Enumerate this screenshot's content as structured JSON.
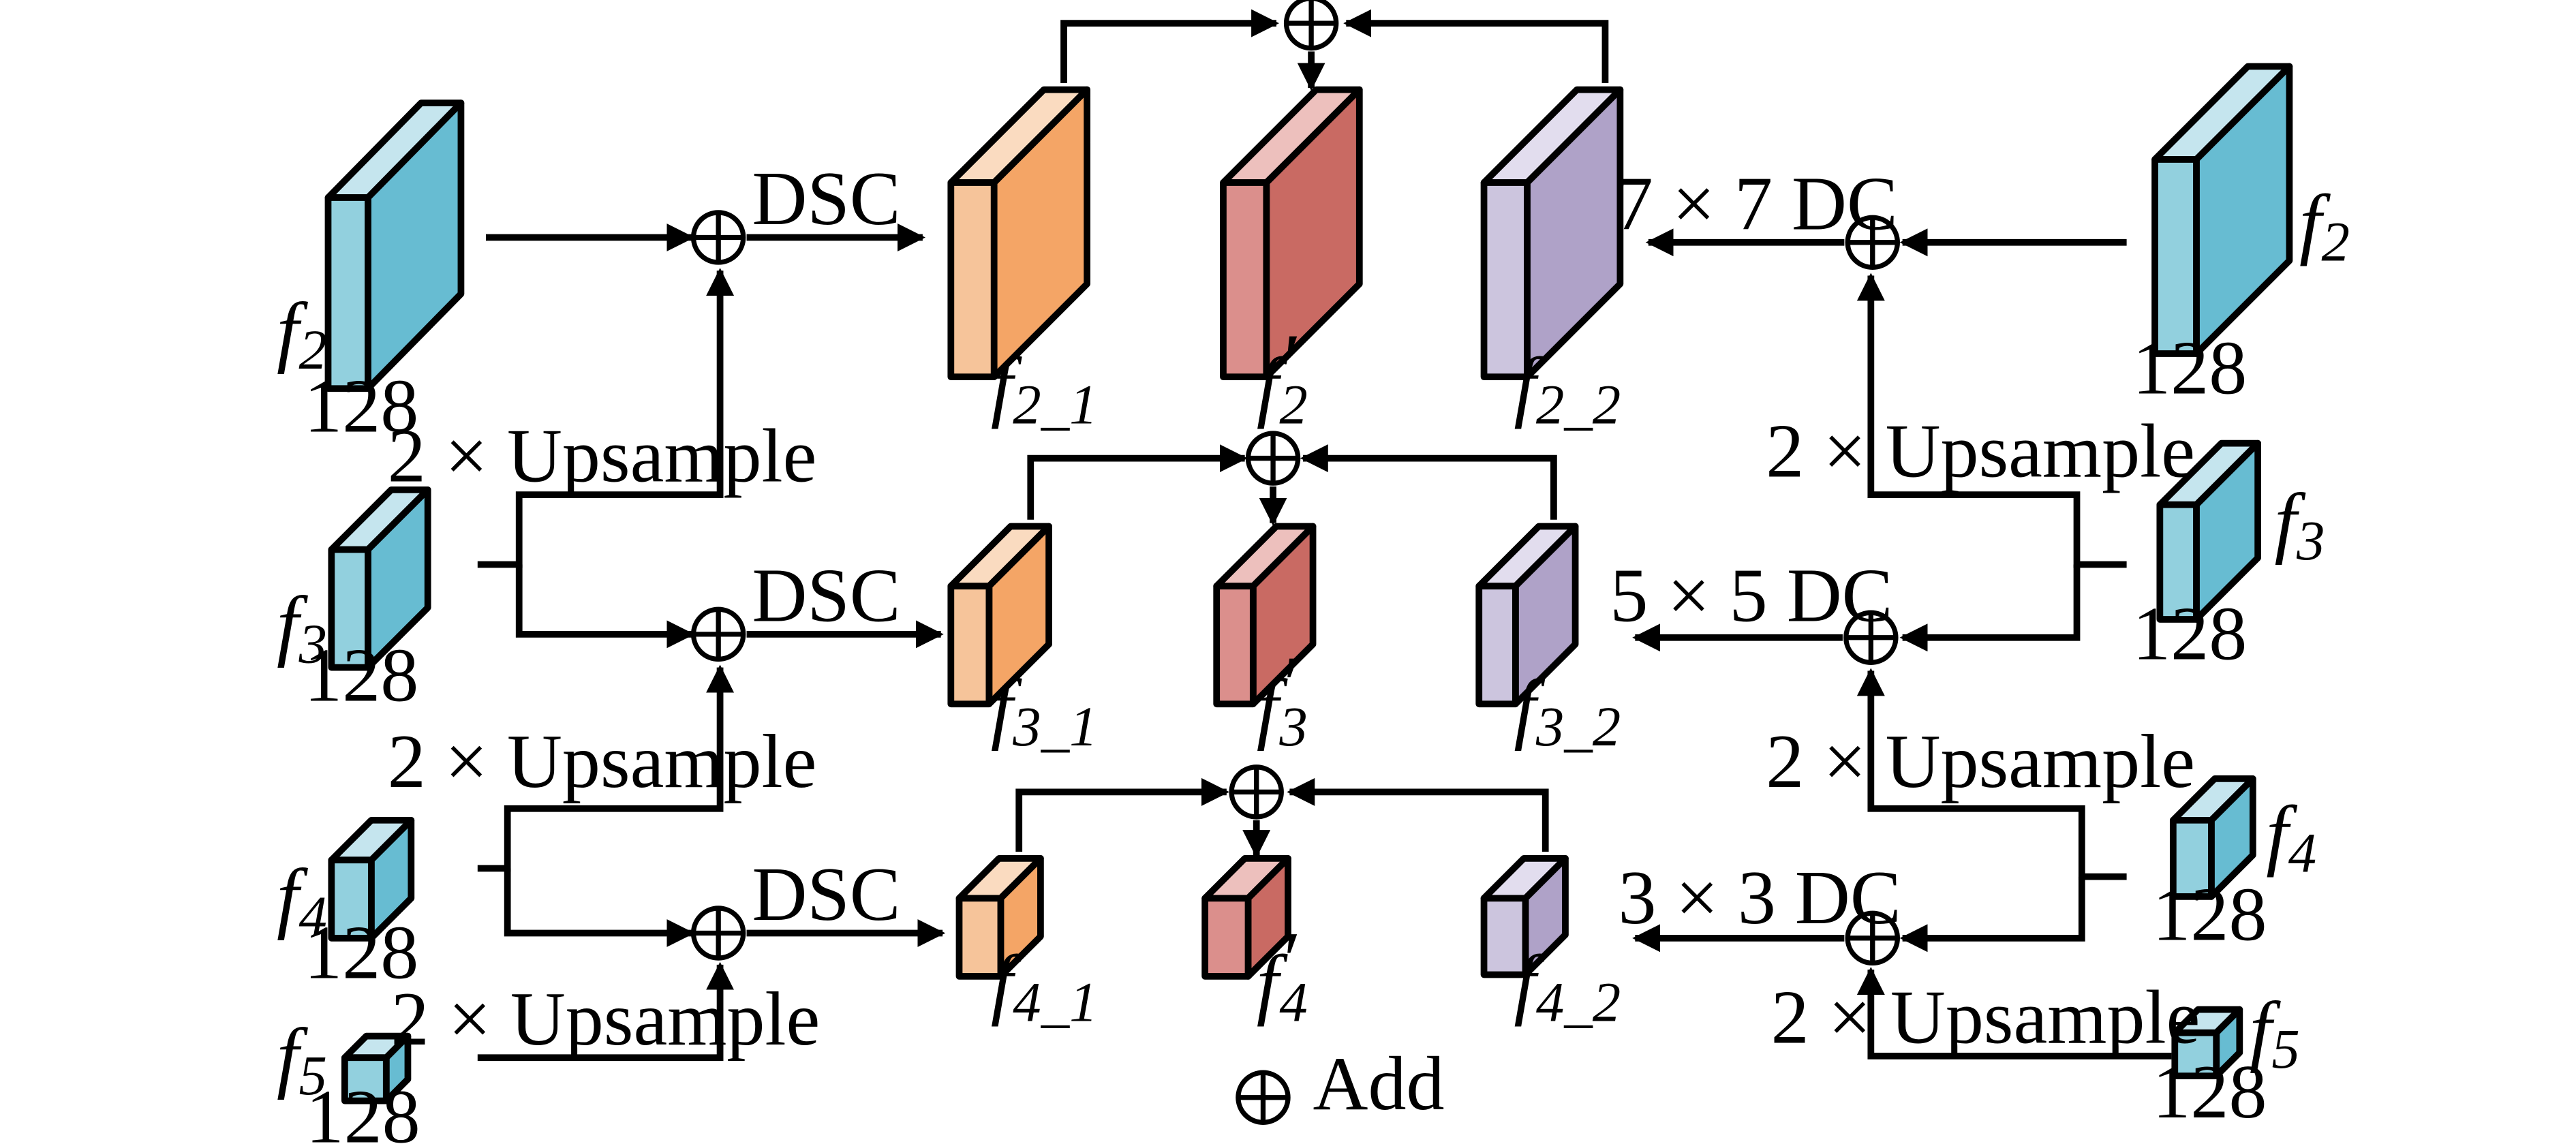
{
  "colors": {
    "blue_front": "#92D0DE",
    "blue_side": "#67BCD2",
    "blue_top": "#C5E5EE",
    "orange_front": "#F6C49A",
    "orange_side": "#F4A566",
    "orange_top": "#FADBC0",
    "red_front": "#DB8F8C",
    "red_side": "#C96A63",
    "red_top": "#EDC0BD",
    "purple_front": "#CCC5DE",
    "purple_side": "#AFA2C8",
    "purple_top": "#E2DDEE"
  },
  "inputs": {
    "left": [
      {
        "var": "f",
        "sub": "2",
        "channels": "128"
      },
      {
        "var": "f",
        "sub": "3",
        "channels": "128"
      },
      {
        "var": "f",
        "sub": "4",
        "channels": "128"
      },
      {
        "var": "f",
        "sub": "5",
        "channels": "128"
      }
    ],
    "right": [
      {
        "var": "f",
        "sub": "2",
        "channels": "128"
      },
      {
        "var": "f",
        "sub": "3",
        "channels": "128"
      },
      {
        "var": "f",
        "sub": "4",
        "channels": "128"
      },
      {
        "var": "f",
        "sub": "5",
        "channels": "128"
      }
    ]
  },
  "outputs": [
    {
      "left": {
        "var": "f",
        "sub": "2_1"
      },
      "fused": {
        "var": "f",
        "sub": "2"
      },
      "right": {
        "var": "f",
        "sub": "2_2"
      }
    },
    {
      "left": {
        "var": "f",
        "sub": "3_1"
      },
      "fused": {
        "var": "f",
        "sub": "3"
      },
      "right": {
        "var": "f",
        "sub": "3_2"
      }
    },
    {
      "left": {
        "var": "f",
        "sub": "4_1"
      },
      "fused": {
        "var": "f",
        "sub": "4"
      },
      "right": {
        "var": "f",
        "sub": "4_2"
      }
    }
  ],
  "fused_prime": "′",
  "left_ops": {
    "dsc": [
      "DSC",
      "DSC",
      "DSC"
    ],
    "upsample": [
      "2 × Upsample",
      "2 × Upsample",
      "2 × Upsample"
    ]
  },
  "right_ops": {
    "dc": [
      "7 × 7 DC",
      "5 × 5 DC",
      "3 × 3 DC"
    ],
    "upsample": [
      "2 × Upsample",
      "2 × Upsample",
      "2 × Upsample"
    ]
  },
  "legend": {
    "add_label": "Add"
  }
}
